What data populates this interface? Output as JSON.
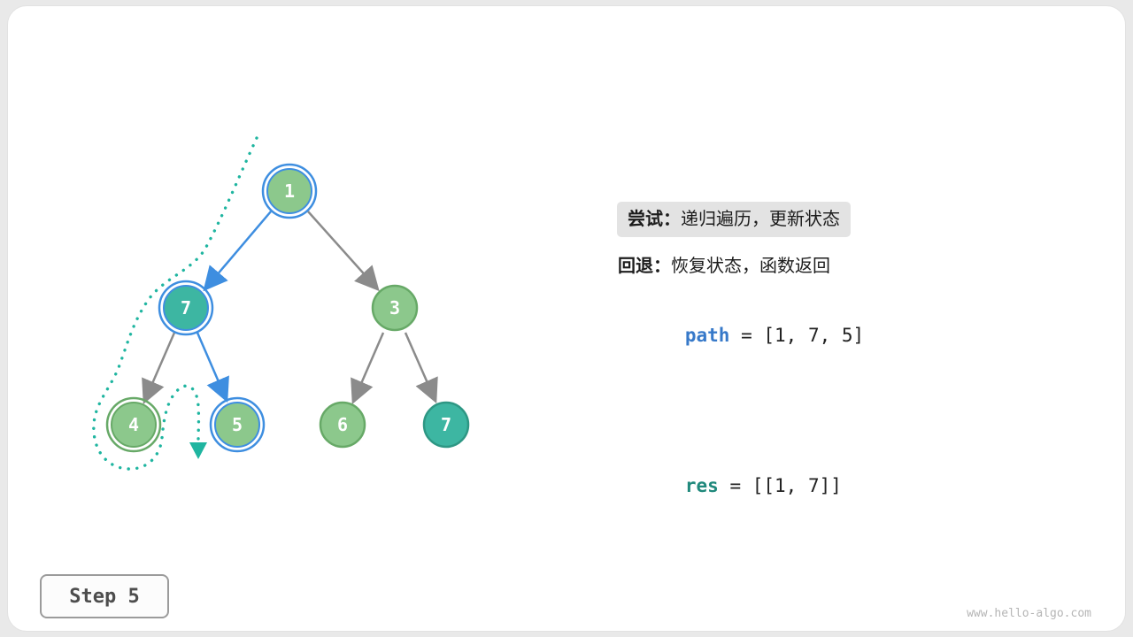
{
  "colors": {
    "node_green": "#8CC88C",
    "node_green_border": "#67A967",
    "node_teal": "#3DB6A2",
    "node_teal_border": "#2E9784",
    "highlight_blue": "#3E8EE0",
    "edge_gray": "#8B8B8B",
    "trace_teal": "#1FB5A0",
    "chip_bg": "#E3E3E3"
  },
  "panel": {
    "try_label": "尝试：",
    "try_text": "递归遍历，更新状态",
    "back_label": "回退：",
    "back_text": "恢复状态，函数返回",
    "path_var": "path",
    "path_value": " = [1, 7, 5]",
    "res_var": "res",
    "res_value": " = [[1, 7]]"
  },
  "tree": {
    "nodes": [
      {
        "id": "root",
        "label": "1"
      },
      {
        "id": "left",
        "label": "7"
      },
      {
        "id": "right",
        "label": "3"
      },
      {
        "id": "left-left",
        "label": "4"
      },
      {
        "id": "left-right",
        "label": "5"
      },
      {
        "id": "right-left",
        "label": "6"
      },
      {
        "id": "right-right",
        "label": "7"
      }
    ]
  },
  "footer": {
    "step_label": "Step 5",
    "watermark": "www.hello-algo.com"
  }
}
